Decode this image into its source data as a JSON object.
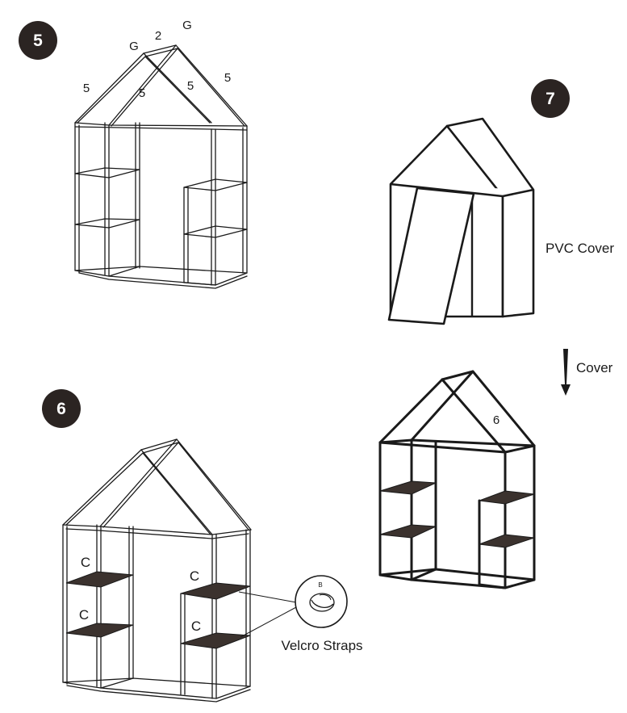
{
  "steps": [
    {
      "id": "5",
      "labels": {
        "g_left": "G",
        "two": "2",
        "g_right": "G",
        "five_a": "5",
        "five_b": "5",
        "five_c": "5",
        "five_d": "5"
      }
    },
    {
      "id": "6",
      "labels": {
        "c1": "C",
        "c2": "C",
        "c3": "C",
        "c4": "C",
        "b": "B",
        "velcro": "Velcro Straps"
      }
    },
    {
      "id": "7",
      "labels": {
        "pvc": "PVC Cover",
        "cover": "Cover",
        "six": "6"
      }
    }
  ]
}
